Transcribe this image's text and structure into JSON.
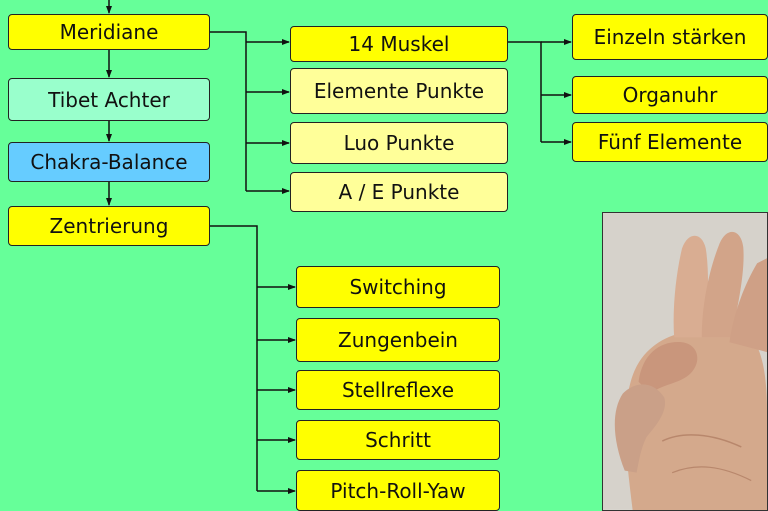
{
  "diagram": {
    "main_column": [
      {
        "id": "meridiane",
        "label": "Meridiane"
      },
      {
        "id": "tibet",
        "label": "Tibet Achter"
      },
      {
        "id": "chakra",
        "label": "Chakra-Balance"
      },
      {
        "id": "zentrierung",
        "label": "Zentrierung"
      }
    ],
    "meridiane_children": [
      {
        "id": "muskel",
        "label": "14 Muskel"
      },
      {
        "id": "elemente",
        "label": "Elemente Punkte"
      },
      {
        "id": "luo",
        "label": "Luo Punkte"
      },
      {
        "id": "ae",
        "label": "A / E Punkte"
      }
    ],
    "muskel_children": [
      {
        "id": "einzeln",
        "label": "Einzeln stärken"
      },
      {
        "id": "organuhr",
        "label": "Organuhr"
      },
      {
        "id": "fuenf",
        "label": "Fünf Elemente"
      }
    ],
    "zentrierung_children": [
      {
        "id": "switching",
        "label": "Switching"
      },
      {
        "id": "zungenbein",
        "label": "Zungenbein"
      },
      {
        "id": "stellreflexe",
        "label": "Stellreflexe"
      },
      {
        "id": "schritt",
        "label": "Schritt"
      },
      {
        "id": "pitch",
        "label": "Pitch-Roll-Yaw"
      }
    ]
  },
  "colors": {
    "background": "#66ff99",
    "box_yellow": "#ffff00",
    "box_light_yellow": "#ffff99",
    "box_mint": "#99ffcc",
    "box_blue": "#66ccff",
    "line": "#111111"
  },
  "photo": {
    "icon": "hand-mudra-photo"
  }
}
